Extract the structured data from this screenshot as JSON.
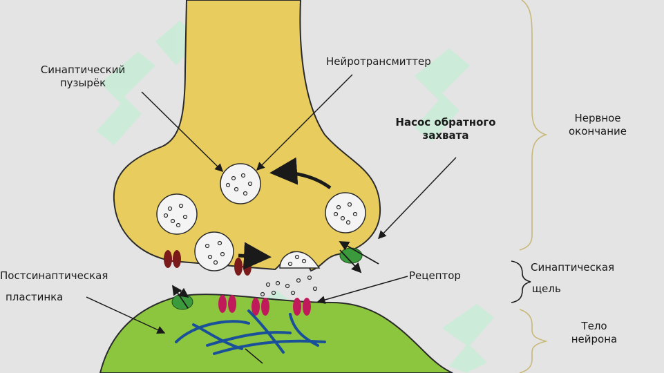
{
  "labels": {
    "vesicle_line1": "Синаптический",
    "vesicle_line2": "пузырёк",
    "neurotransmitter": "Нейротрансмиттер",
    "pump_line1": "Насос обратного",
    "pump_line2": "захвата",
    "nerve_ending_line1": "Нервное",
    "nerve_ending_line2": "окончание",
    "postsynaptic_line1": "Постсинаптическая",
    "postsynaptic_line2": "пластинка",
    "receptor": "Рецептор",
    "cleft_line1": "Синаптическая",
    "cleft_line2": "щель",
    "body_line1": "Тело",
    "body_line2": "нейрона"
  },
  "colors": {
    "background": "#e4e4e4",
    "presynaptic_fill": "#e8cd5e",
    "postsynaptic_fill": "#8cc63e",
    "outline": "#2a2a2a",
    "vesicle_fill": "#f4f4f4",
    "channel": "#7a1a1a",
    "receptor": "#c01a5a",
    "pump": "#3b9a3b",
    "fibers": "#1a4f9a",
    "brace": "#c8b878",
    "watermark": "#b8f0d0"
  }
}
